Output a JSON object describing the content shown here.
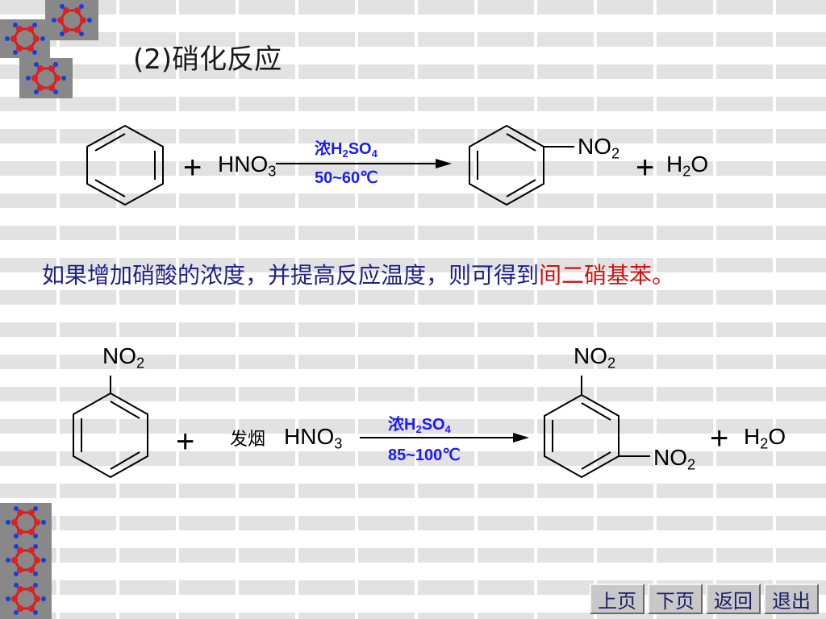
{
  "slide": {
    "title": "(2)硝化反应",
    "sentence_main": "如果增加硝酸的浓度，并提高反应温度，则可得到",
    "sentence_highlight": "间二硝基苯",
    "sentence_end": "。"
  },
  "reaction1": {
    "reagent_h": "HNO",
    "reagent_sub": "3",
    "cond_top_pre": "浓H",
    "cond_top_sub1": "2",
    "cond_top_mid": "SO",
    "cond_top_sub2": "4",
    "cond_bottom": "50~60℃",
    "product_group": "NO",
    "product_group_sub": "2",
    "byproduct_pre": "H",
    "byproduct_sub": "2",
    "byproduct_post": "O",
    "plus": "+"
  },
  "reaction2": {
    "reactant_group": "NO",
    "reactant_group_sub": "2",
    "reagent_prefix": "发烟",
    "reagent_h": "HNO",
    "reagent_sub": "3",
    "cond_top_pre": "浓H",
    "cond_top_sub1": "2",
    "cond_top_mid": "SO",
    "cond_top_sub2": "4",
    "cond_bottom": "85~100℃",
    "product_group1": "NO",
    "product_group1_sub": "2",
    "product_group2": "NO",
    "product_group2_sub": "2",
    "byproduct_pre": "H",
    "byproduct_sub": "2",
    "byproduct_post": "O",
    "plus": "+"
  },
  "nav": {
    "prev": "上页",
    "next": "下页",
    "back": "返回",
    "exit": "退出"
  },
  "colors": {
    "sentence": "#1f1f8a",
    "highlight": "#d01010",
    "conditions": "#1a1aff"
  },
  "icons": [
    "benzene-molecule-icon"
  ]
}
